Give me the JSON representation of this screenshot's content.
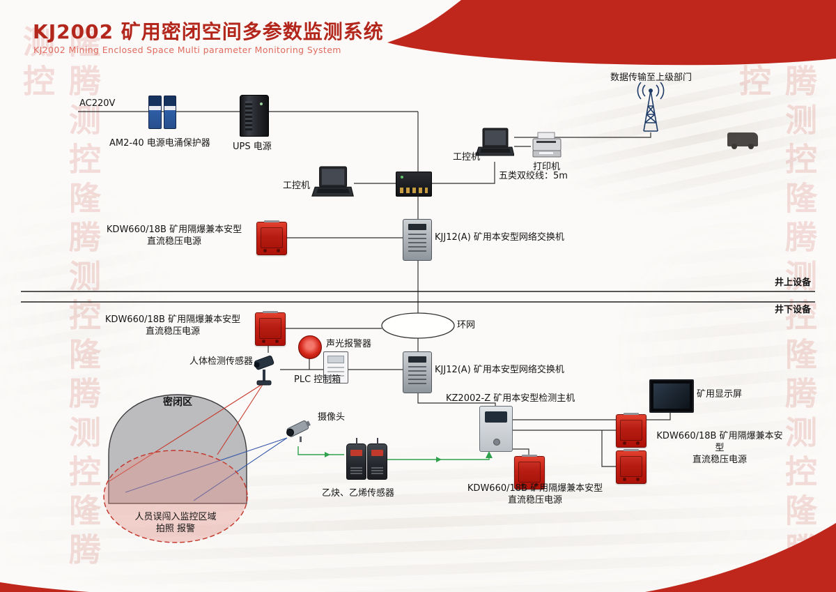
{
  "header": {
    "title": "KJ2002 矿用密闭空间多参数监测系统",
    "subtitle": "KJ2002 Mining Enclosed Space Multi parameter Monitoring System"
  },
  "watermark": {
    "text": "隆腾测控"
  },
  "sections": {
    "above_ground": "井上设备",
    "below_ground": "井下设备"
  },
  "nodes": {
    "power_input": "AC220V",
    "surge_protector": "AM2-40 电源电涌保护器",
    "ups": "UPS 电源",
    "uplink": "数据传输至上级部门",
    "industrial_pc": "工控机",
    "printer": "打印机",
    "cat5_cable": "五类双绞线：5m",
    "kdw_power_line1": "KDW660/18B 矿用隔爆兼本安型",
    "kdw_power_line2": "直流稳压电源",
    "network_switch": "KJJ12(A) 矿用本安型网络交换机",
    "ring_network": "环网",
    "sound_light_alarm": "声光报警器",
    "human_sensor": "人体检测传感器",
    "plc_box": "PLC 控制箱",
    "detection_host": "KZ2002-Z 矿用本安型检测主机",
    "mine_display": "矿用显示屏",
    "camera": "摄像头",
    "gas_sensors": "乙炔、乙烯传感器",
    "enclosed_zone": "密闭区",
    "intrusion_line1": "人员误闯入监控区域",
    "intrusion_line2": "拍照 报警"
  },
  "colors": {
    "accent_red": "#c0271c",
    "device_red": "#c51f14",
    "line": "#2e2e2e",
    "flow_green": "#2fa14c",
    "view_red": "#c63a2c",
    "view_blue": "#3356a8"
  }
}
